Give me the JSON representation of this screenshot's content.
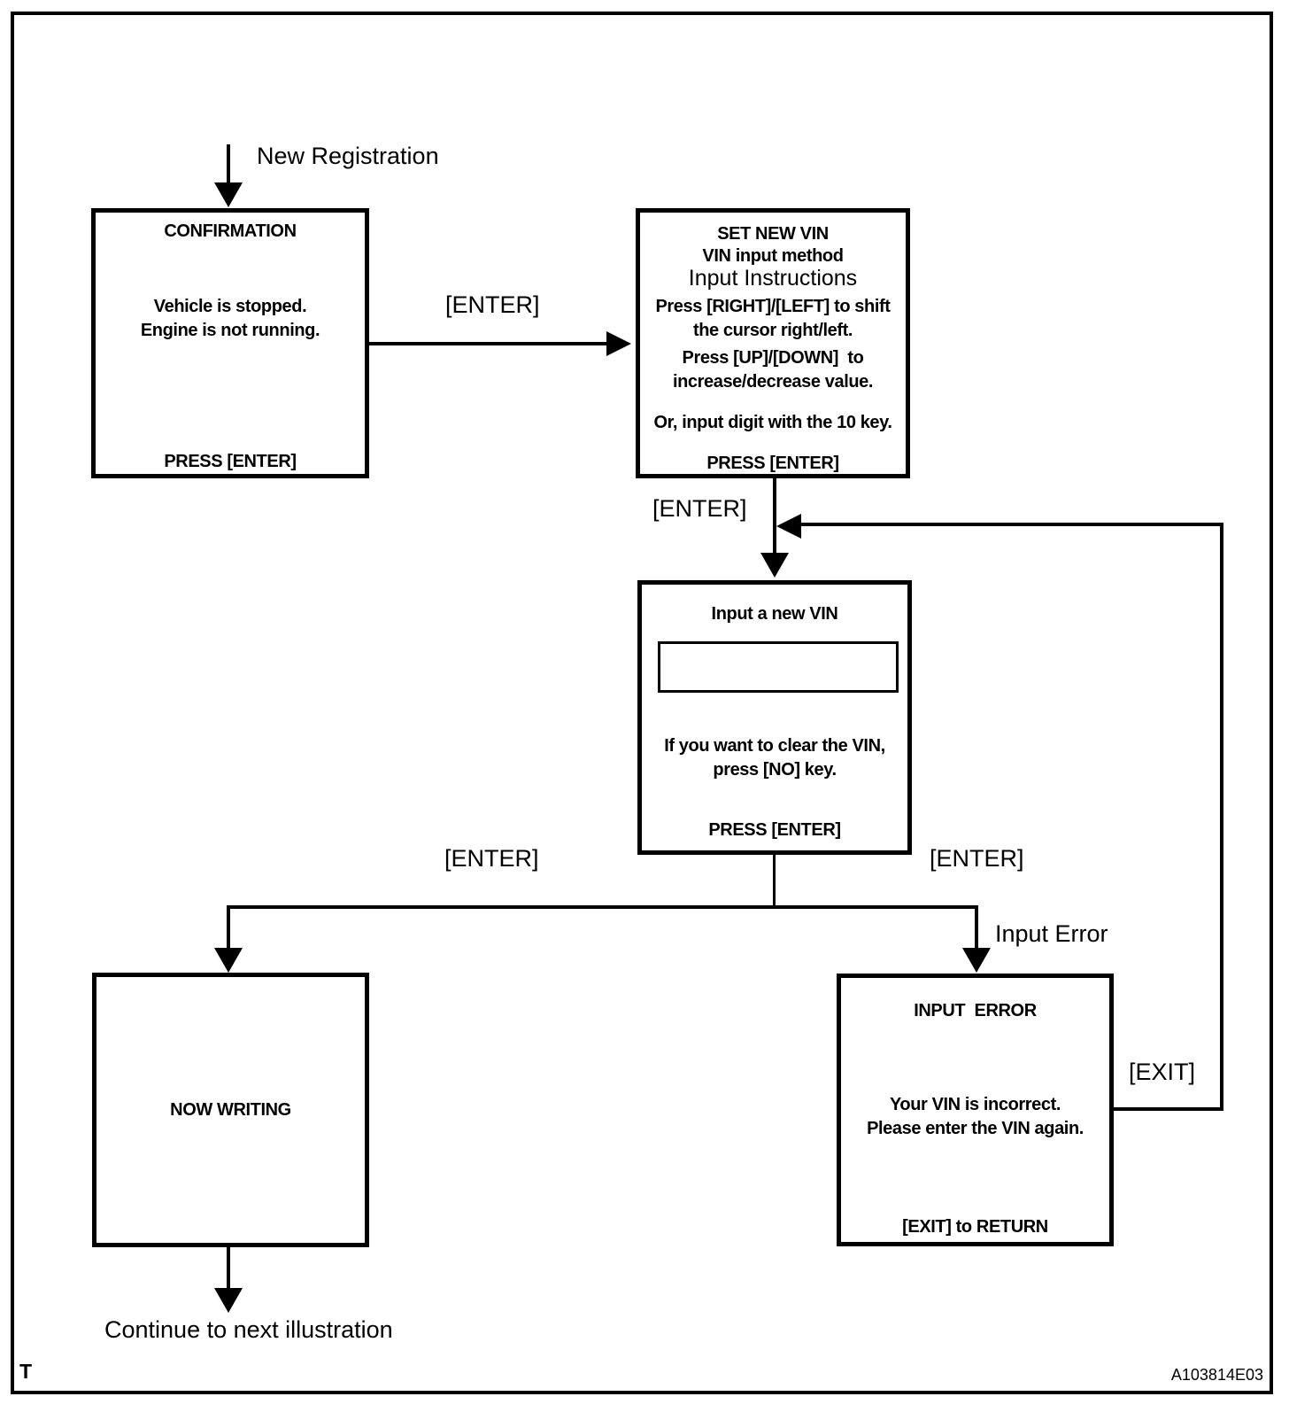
{
  "figure": {
    "frame_mark": "T",
    "figure_code": "A103814E03"
  },
  "labels": {
    "start": "New Registration",
    "enter_top": "[ENTER]",
    "enter_mid": "[ENTER]",
    "enter_left": "[ENTER]",
    "enter_right": "[ENTER]",
    "input_error": "Input Error",
    "exit": "[EXIT]",
    "continue": "Continue to next illustration"
  },
  "boxes": {
    "confirmation": {
      "title": "CONFIRMATION",
      "line1": "Vehicle is stopped.",
      "line2": "Engine is not running.",
      "footer": "PRESS [ENTER]"
    },
    "set_new_vin": {
      "title1": "SET NEW VIN",
      "title2": "VIN input method",
      "subtitle": "Input Instructions",
      "line1": "Press [RIGHT]/[LEFT] to shift",
      "line2": "the cursor right/left.",
      "line3": "Press [UP]/[DOWN]  to",
      "line4": "increase/decrease value.",
      "line5": "Or, input digit with the 10 key.",
      "footer": "PRESS [ENTER]"
    },
    "input_vin": {
      "title": "Input a new VIN",
      "field_value": "",
      "line1": "If you want to clear the VIN,",
      "line2": "press [NO] key.",
      "footer": "PRESS [ENTER]"
    },
    "now_writing": {
      "title": "NOW WRITING"
    },
    "input_error": {
      "title": "INPUT  ERROR",
      "line1": "Your VIN is incorrect.",
      "line2": "Please enter the VIN again.",
      "footer": "[EXIT] to RETURN"
    }
  }
}
